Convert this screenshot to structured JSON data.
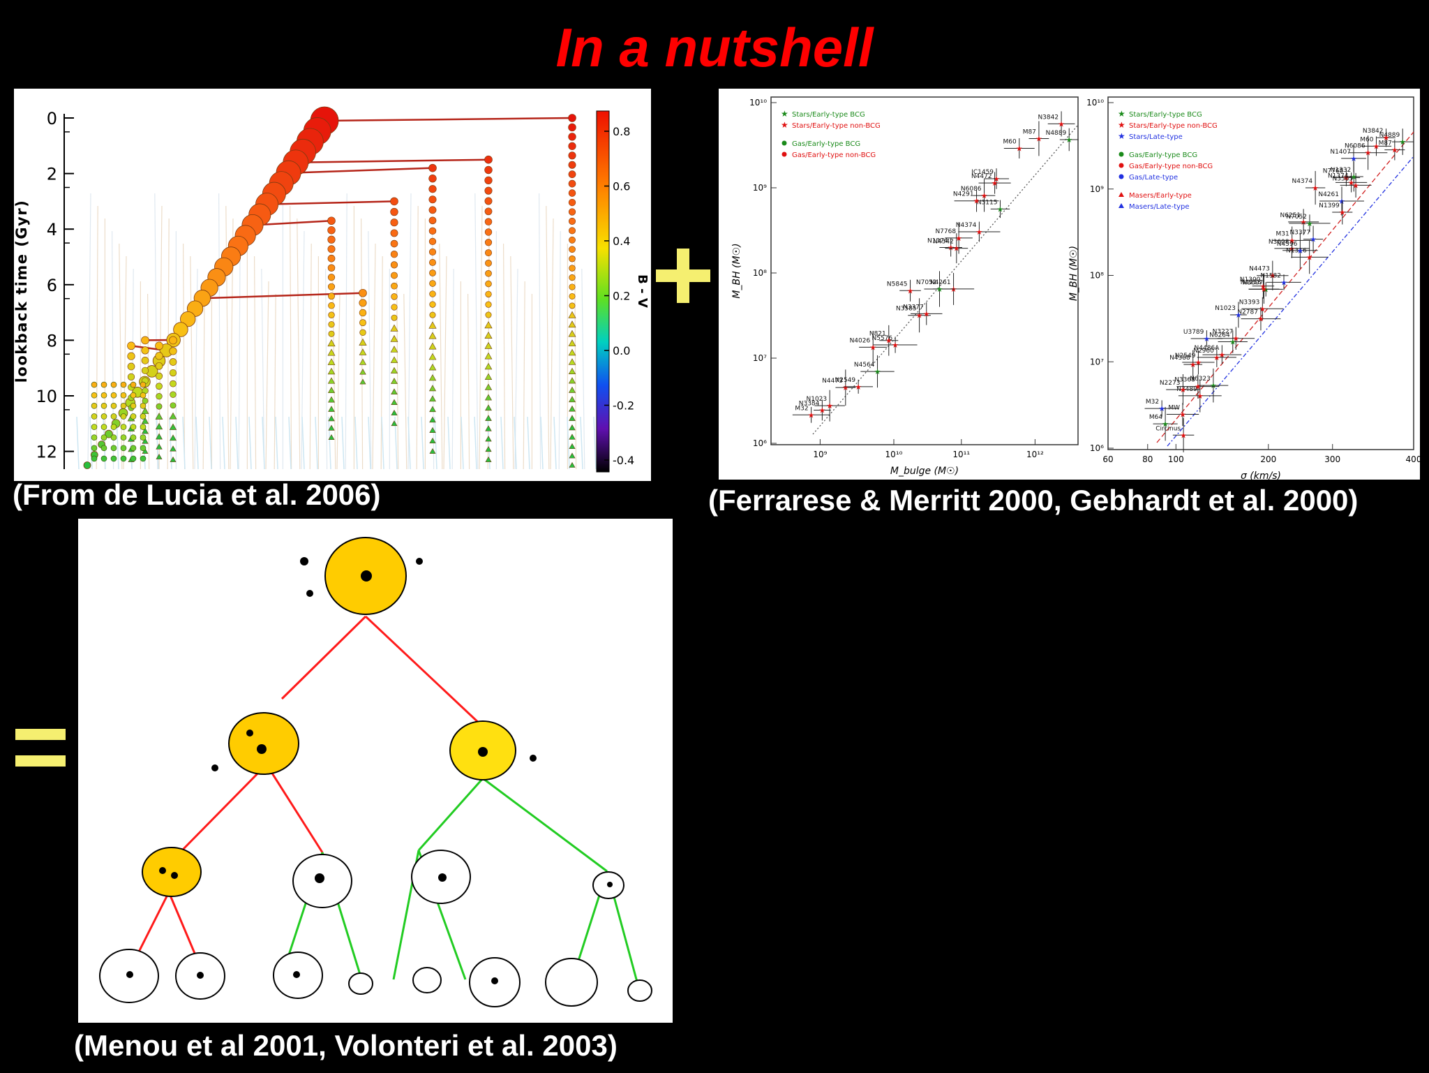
{
  "title": "In a nutshell",
  "symbols": {
    "plus": "+",
    "equals": "="
  },
  "captions": {
    "merger_tree": "(From de Lucia et al. 2006)",
    "scaling": "(Ferrarese & Merritt 2000, Gebhardt et al. 2000)",
    "bh_tree": "(Menou et al 2001, Volonteri et al. 2003)"
  },
  "merger_tree": {
    "ylabel": "lookback time (Gyr)",
    "yticks": [
      "0",
      "2",
      "4",
      "6",
      "8",
      "10",
      "12"
    ],
    "colorbar_label": "B - V",
    "colorbar_ticks": [
      "0.8",
      "0.6",
      "0.4",
      "0.2",
      "0.0",
      "-0.2",
      "-0.4"
    ]
  },
  "scaling_left": {
    "xlabel": "M_bulge (M☉)",
    "ylabel": "M_BH (M☉)",
    "xticks": [
      "10⁹",
      "10¹⁰",
      "10¹¹",
      "10¹²"
    ],
    "yticks": [
      "10⁶",
      "10⁷",
      "10⁸",
      "10⁹",
      "10¹⁰"
    ],
    "legend": [
      {
        "label": "Stars/Early-type BCG",
        "color": "#1a8a1a",
        "marker": "star"
      },
      {
        "label": "Stars/Early-type non-BCG",
        "color": "#e01010",
        "marker": "star"
      },
      {
        "label": "Gas/Early-type BCG",
        "color": "#1a8a1a",
        "marker": "dot"
      },
      {
        "label": "Gas/Early-type non-BCG",
        "color": "#e01010",
        "marker": "dot"
      }
    ],
    "labels": [
      "N4889",
      "N3842",
      "M87",
      "M60",
      "IC1459",
      "N6086",
      "N4472",
      "N3115",
      "N4291",
      "N4374",
      "N7768",
      "N1374",
      "N4342",
      "N4261",
      "N7052",
      "N5845",
      "N3585",
      "N3377",
      "N4026",
      "N821",
      "N5576",
      "N4564",
      "N4473",
      "N1023",
      "N2549",
      "N3384",
      "M32"
    ]
  },
  "scaling_right": {
    "xlabel": "σ (km/s)",
    "ylabel": "M_BH (M☉)",
    "xticks": [
      "60",
      "80",
      "100",
      "200",
      "300",
      "400"
    ],
    "yticks": [
      "10⁶",
      "10⁷",
      "10⁸",
      "10⁹",
      "10¹⁰"
    ],
    "legend": [
      {
        "label": "Stars/Early-type BCG",
        "color": "#1a8a1a",
        "marker": "star"
      },
      {
        "label": "Stars/Early-type non-BCG",
        "color": "#e01010",
        "marker": "star"
      },
      {
        "label": "Stars/Late-type",
        "color": "#2030e0",
        "marker": "star"
      },
      {
        "label": "Gas/Early-type BCG",
        "color": "#1a8a1a",
        "marker": "dot"
      },
      {
        "label": "Gas/Early-type non-BCG",
        "color": "#e01010",
        "marker": "dot"
      },
      {
        "label": "Gas/Late-type",
        "color": "#2030e0",
        "marker": "dot"
      },
      {
        "label": "Masers/Early-type",
        "color": "#e01010",
        "marker": "tri"
      },
      {
        "label": "Masers/Late-type",
        "color": "#2030e0",
        "marker": "tri"
      }
    ],
    "labels": [
      "N4889",
      "N3842",
      "M87",
      "N1407",
      "M60",
      "N6086",
      "N7768",
      "N1332",
      "N3565",
      "N4374",
      "N1374",
      "N4261",
      "N1399",
      "N6251",
      "N7052",
      "N3377",
      "N3608",
      "M31",
      "N1316",
      "N4596",
      "N4473",
      "N3607",
      "N1300",
      "N1582",
      "N4258",
      "N3393",
      "N2787",
      "N1023",
      "N6264",
      "N3227",
      "N4486A",
      "U3789",
      "N4388",
      "N2549",
      "N2960",
      "N6323",
      "N3489",
      "N3368",
      "N2273",
      "M32",
      "MW",
      "Circinus",
      "M64"
    ]
  }
}
